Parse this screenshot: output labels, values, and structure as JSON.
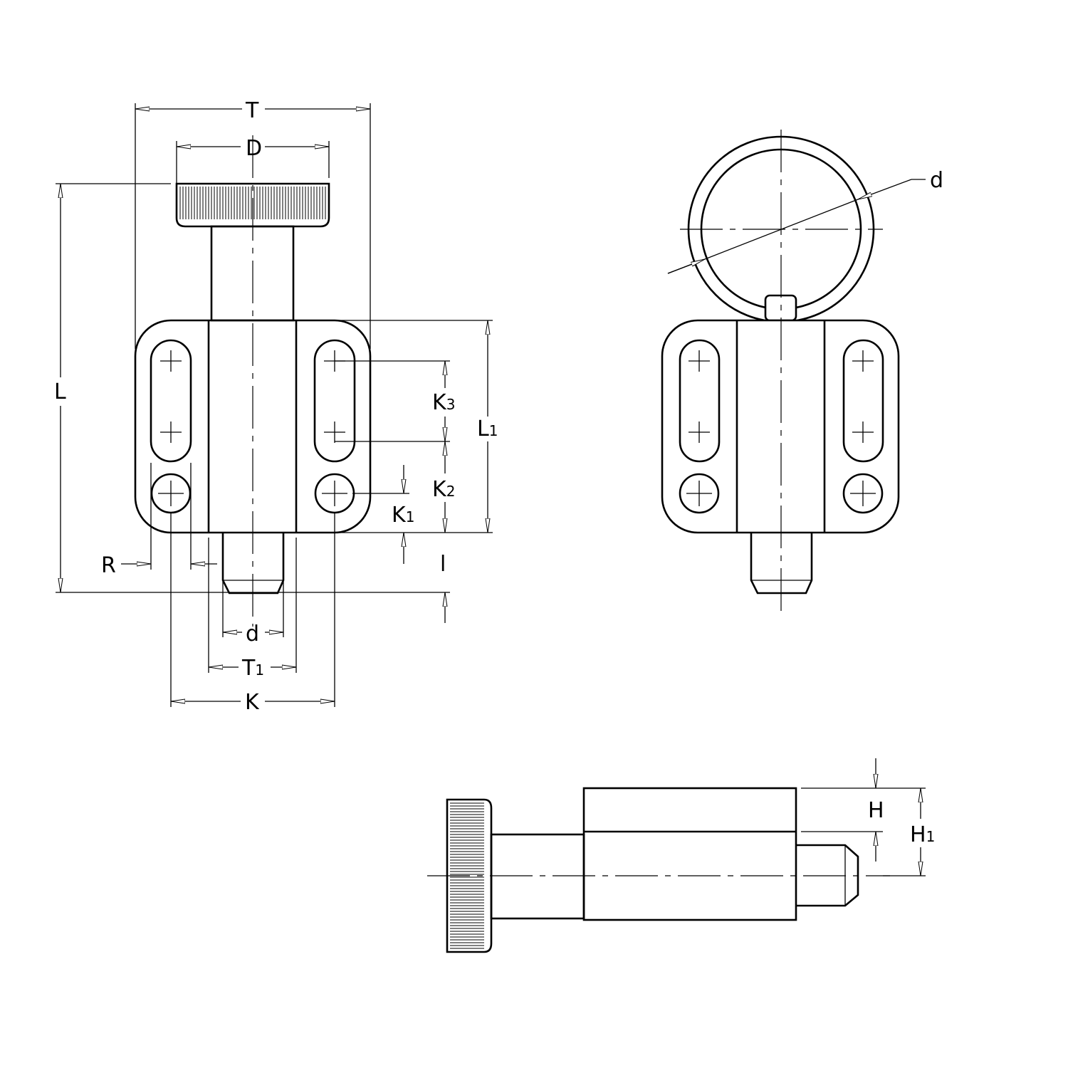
{
  "labels": {
    "T": {
      "main": "T"
    },
    "D": {
      "main": "D"
    },
    "L": {
      "main": "L"
    },
    "L1": {
      "main": "L",
      "sub": "1"
    },
    "K3": {
      "main": "K",
      "sub": "3"
    },
    "K2": {
      "main": "K",
      "sub": "2"
    },
    "K1": {
      "main": "K",
      "sub": "1"
    },
    "l": {
      "main": "l"
    },
    "R": {
      "main": "R"
    },
    "d": {
      "main": "d"
    },
    "T1": {
      "main": "T",
      "sub": "1"
    },
    "K": {
      "main": "K"
    },
    "d_ring": {
      "main": "d"
    },
    "H": {
      "main": "H"
    },
    "H1": {
      "main": "H",
      "sub": "1"
    }
  }
}
